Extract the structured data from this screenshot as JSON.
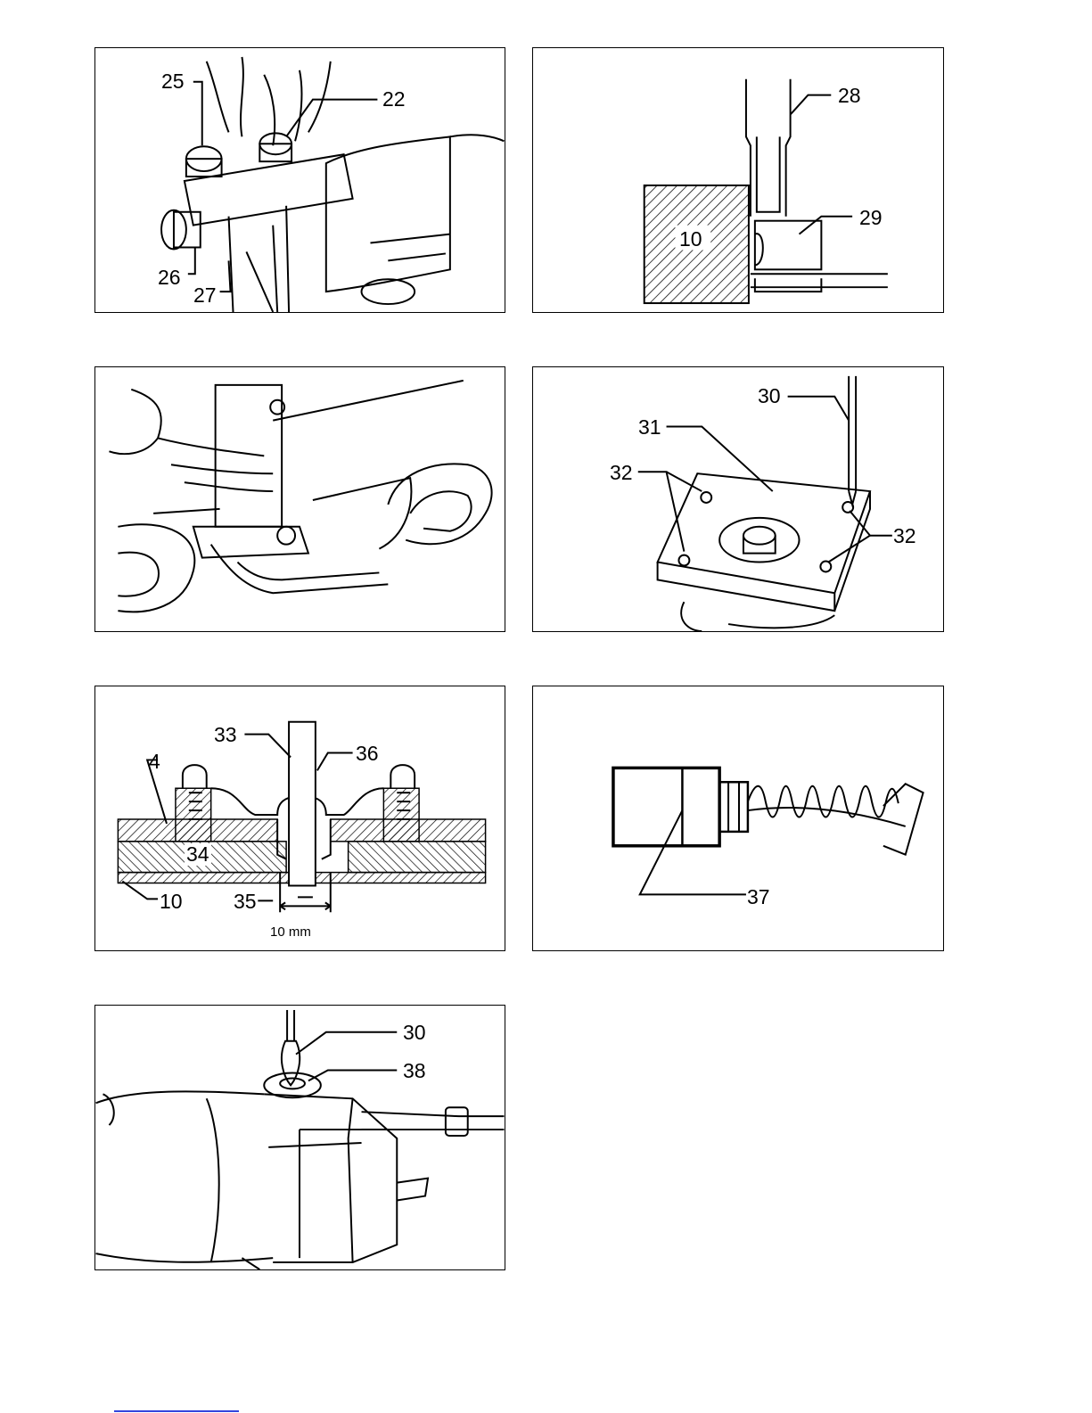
{
  "figures": {
    "fig1": {
      "labels": [
        "25",
        "22",
        "26",
        "27"
      ]
    },
    "fig2": {
      "labels": [
        "28",
        "10",
        "29"
      ]
    },
    "fig3": {
      "labels": []
    },
    "fig4": {
      "labels": [
        "30",
        "31",
        "32",
        "32"
      ]
    },
    "fig5": {
      "labels": [
        "33",
        "36",
        "4",
        "34",
        "10",
        "35"
      ],
      "dimension": "10 mm"
    },
    "fig6": {
      "labels": [
        "37"
      ]
    },
    "fig7": {
      "labels": [
        "30",
        "38"
      ]
    }
  },
  "colors": {
    "line": "#000000",
    "link": "#3344dd",
    "background": "#ffffff"
  }
}
